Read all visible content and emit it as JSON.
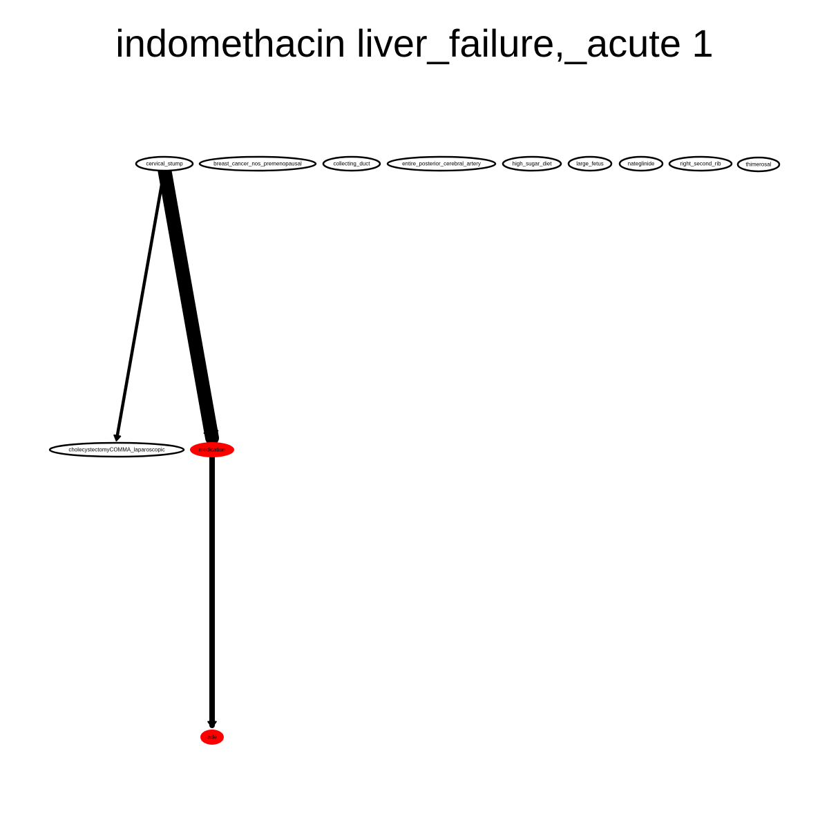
{
  "title": "indomethacin liver_failure,_acute 1",
  "colors": {
    "highlight": "#ff0000",
    "stroke": "#000000"
  },
  "nodes": [
    {
      "id": "cervical_stump",
      "label": "cervical_stump",
      "highlight": false
    },
    {
      "id": "breast_cancer",
      "label": "breast_cancer_nos_premenopausal",
      "highlight": false
    },
    {
      "id": "collecting_duct",
      "label": "collecting_duct",
      "highlight": false
    },
    {
      "id": "pca",
      "label": "entire_posterior_cerebral_artery",
      "highlight": false
    },
    {
      "id": "high_sugar_diet",
      "label": "high_sugar_diet",
      "highlight": false
    },
    {
      "id": "large_fetus",
      "label": "large_fetus",
      "highlight": false
    },
    {
      "id": "nateglinide",
      "label": "nateglinide",
      "highlight": false
    },
    {
      "id": "right_second_rib",
      "label": "right_second_rib",
      "highlight": false
    },
    {
      "id": "thimerosal",
      "label": "thimerosal",
      "highlight": false
    },
    {
      "id": "cholecystectomy",
      "label": "cholecystectomyCOMMA_laparoscopic",
      "highlight": false
    },
    {
      "id": "medication",
      "label": "medication",
      "highlight": true
    },
    {
      "id": "ade",
      "label": "ade",
      "highlight": true
    }
  ],
  "edges": [
    {
      "from": "cervical_stump",
      "to": "cholecystectomy",
      "weight": 1
    },
    {
      "from": "cervical_stump",
      "to": "medication",
      "weight": 5
    },
    {
      "from": "medication",
      "to": "ade",
      "weight": 2
    }
  ]
}
